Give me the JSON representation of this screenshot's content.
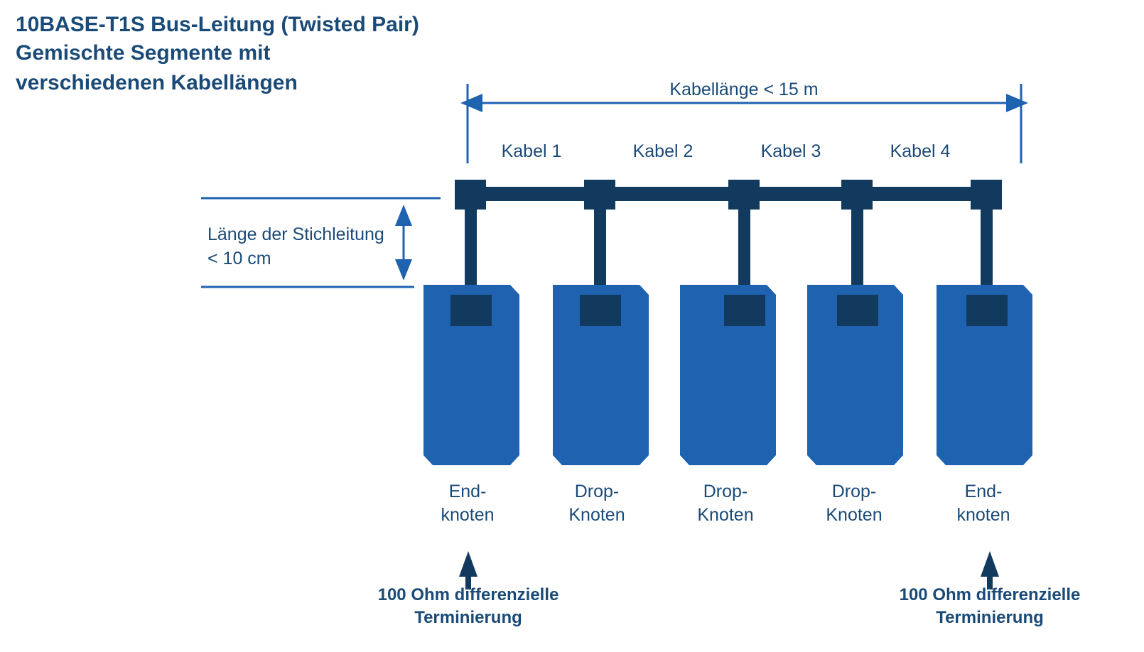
{
  "title": {
    "line1": "10BASE-T1S Bus-Leitung (Twisted Pair)",
    "line2": "Gemischte Segmente mit",
    "line3": "verschiedenen Kabellängen"
  },
  "colors": {
    "title_text": "#1A4A77",
    "dark_navy": "#123A5E",
    "node_blue": "#1F62B0",
    "dim_line": "#1F62B0",
    "label_text": "#1A4A77",
    "background": "#ffffff"
  },
  "bus_dimension": {
    "label": "Kabellänge < 15 m",
    "arrow": "double-headed-horizontal-arrow"
  },
  "segments": [
    {
      "label": "Kabel 1"
    },
    {
      "label": "Kabel 2"
    },
    {
      "label": "Kabel 3"
    },
    {
      "label": "Kabel 4"
    }
  ],
  "stub_dimension": {
    "line1": "Länge der Stichleitung",
    "line2": "< 10 cm",
    "arrow": "double-headed-vertical-arrow"
  },
  "nodes": [
    {
      "id": "node-1",
      "type": "end",
      "label_line1": "End-",
      "label_line2": "knoten"
    },
    {
      "id": "node-2",
      "type": "drop",
      "label_line1": "Drop-",
      "label_line2": "Knoten"
    },
    {
      "id": "node-3",
      "type": "drop",
      "label_line1": "Drop-",
      "label_line2": "Knoten"
    },
    {
      "id": "node-4",
      "type": "drop",
      "label_line1": "Drop-",
      "label_line2": "Knoten"
    },
    {
      "id": "node-5",
      "type": "end",
      "label_line1": "End-",
      "label_line2": "knoten"
    }
  ],
  "terminations": [
    {
      "id": "termination-left",
      "arrow": "up-arrow",
      "line1": "100 Ohm differenzielle",
      "line2": "Terminierung"
    },
    {
      "id": "termination-right",
      "arrow": "up-arrow",
      "line1": "100 Ohm differenzielle",
      "line2": "Terminierung"
    }
  ]
}
